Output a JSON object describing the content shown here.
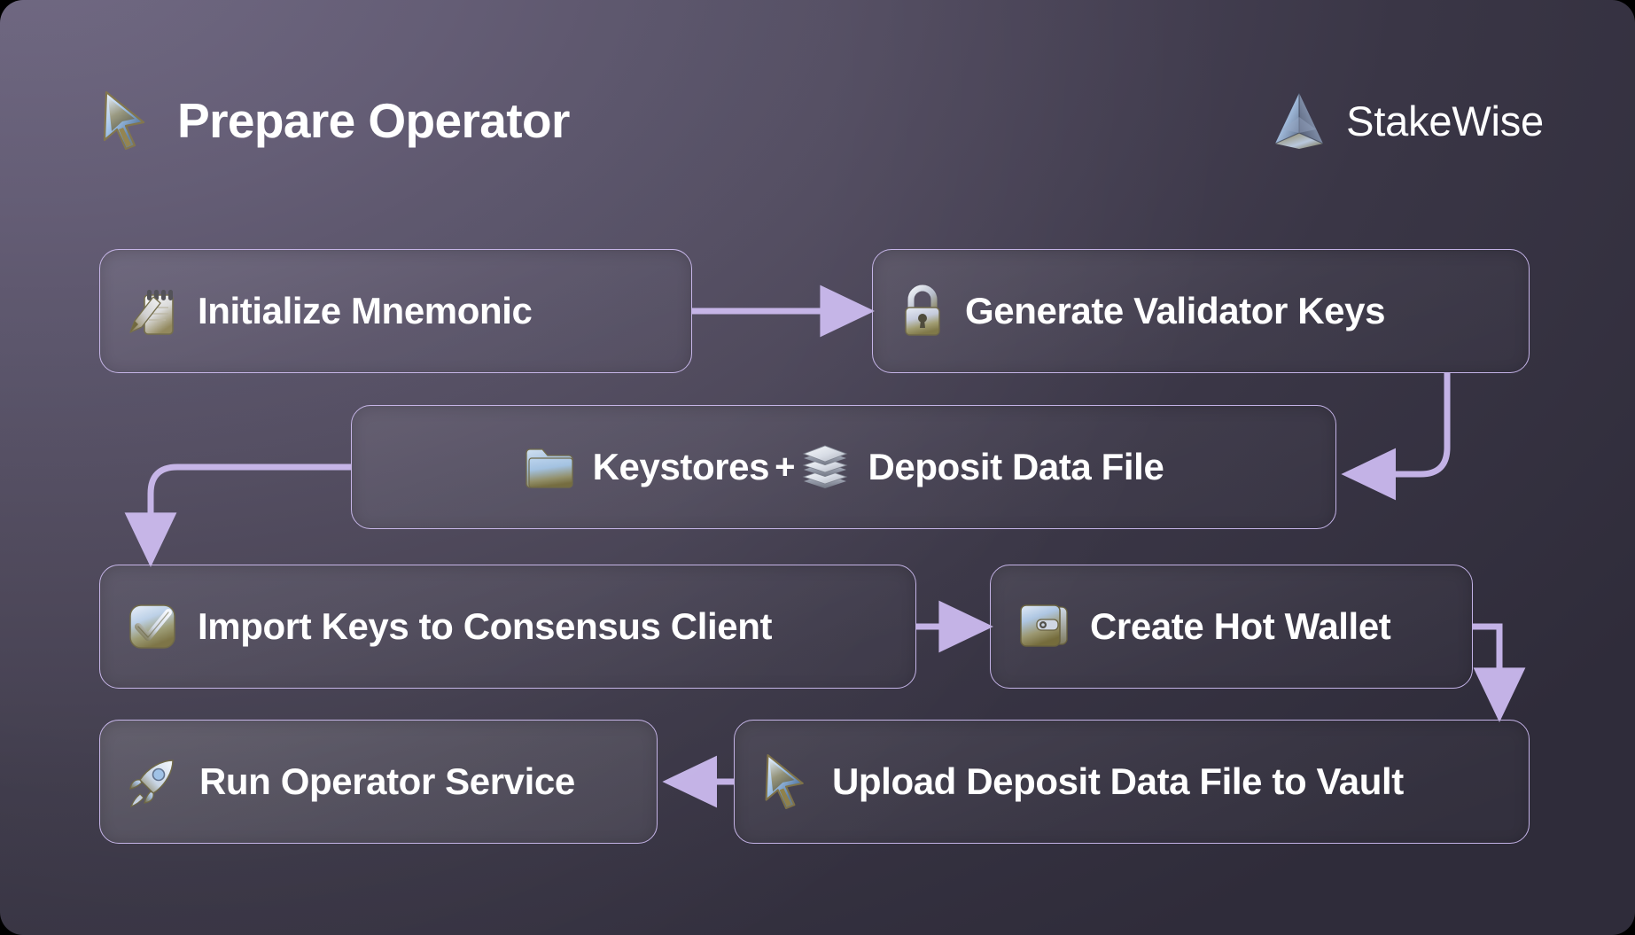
{
  "page": {
    "background_top_left": "#6b637e",
    "background_bottom_right": "#2f2c3a",
    "accent": "#c3b2e6",
    "text_color": "#ffffff"
  },
  "header": {
    "title": "Prepare Operator",
    "title_icon": "cursor-arrow-icon",
    "brand": "StakeWise",
    "brand_icon": "stakewise-pyramid-logo"
  },
  "diagram": {
    "type": "flowchart",
    "nodes": [
      {
        "id": "mnemonic",
        "label": "Initialize Mnemonic",
        "icon": "memo-notepad-icon"
      },
      {
        "id": "genkeys",
        "label": "Generate Validator Keys",
        "icon": "padlock-icon"
      },
      {
        "id": "keystores",
        "label_left": "Keystores",
        "separator": "+",
        "label_right": "Deposit Data File",
        "icon_left": "folder-icon",
        "icon_right": "stacked-discs-icon"
      },
      {
        "id": "import",
        "label": "Import Keys to Consensus Client",
        "icon": "check-mark-button-icon"
      },
      {
        "id": "wallet",
        "label": "Create Hot Wallet",
        "icon": "wallet-icon"
      },
      {
        "id": "run",
        "label": "Run Operator Service",
        "icon": "rocket-icon"
      },
      {
        "id": "upload",
        "label": "Upload Deposit Data File to Vault",
        "icon": "cursor-arrow-icon"
      }
    ],
    "edges": [
      {
        "from": "mnemonic",
        "to": "genkeys",
        "style": "straight-right"
      },
      {
        "from": "genkeys",
        "to": "keystores",
        "style": "elbow-down-left"
      },
      {
        "from": "keystores",
        "to": "import",
        "style": "elbow-left-down"
      },
      {
        "from": "import",
        "to": "wallet",
        "style": "straight-right"
      },
      {
        "from": "wallet",
        "to": "upload",
        "style": "elbow-down"
      },
      {
        "from": "upload",
        "to": "run",
        "style": "straight-left"
      }
    ]
  }
}
